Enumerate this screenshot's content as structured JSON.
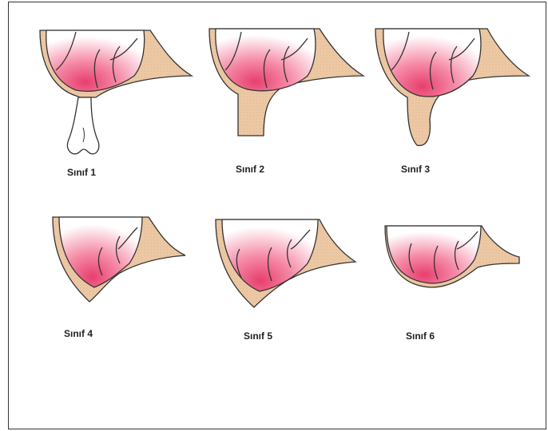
{
  "diagram": {
    "colors": {
      "bone": "#edc9a5",
      "bone_stroke": "#333333",
      "mucosa_deep": "#e73f6e",
      "mucosa_light": "#ffffff",
      "tooth_fill": "#ffffff"
    },
    "panels": [
      {
        "id": "1",
        "label": "Sınıf 1",
        "has_tooth": true
      },
      {
        "id": "2",
        "label": "Sınıf 2",
        "has_tooth": false
      },
      {
        "id": "3",
        "label": "Sınıf 3",
        "has_tooth": false
      },
      {
        "id": "4",
        "label": "Sınıf 4",
        "has_tooth": false
      },
      {
        "id": "5",
        "label": "Sınıf 5",
        "has_tooth": false
      },
      {
        "id": "6",
        "label": "Sınıf 6",
        "has_tooth": false
      }
    ]
  }
}
